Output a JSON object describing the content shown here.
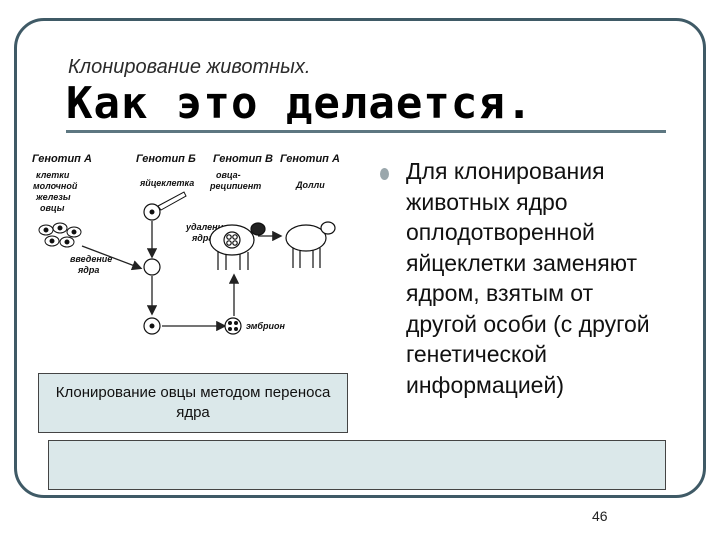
{
  "slide": {
    "subtitle": "Клонирование животных.",
    "title": "Как это делается.",
    "page_number": "46"
  },
  "diagram": {
    "genotype_labels": [
      "Генотип А",
      "Генотип Б",
      "Генотип В",
      "Генотип А"
    ],
    "label_cells_1": "клетки",
    "label_cells_2": "молочной",
    "label_cells_3": "железы",
    "label_cells_4": "овцы",
    "label_egg": "яйцеклетка",
    "label_recipient_1": "овца-",
    "label_recipient_2": "реципиент",
    "label_dolly": "Долли",
    "label_removal_1": "удаление",
    "label_removal_2": "ядра",
    "label_insertion_1": "введение",
    "label_insertion_2": "ядра",
    "label_embryo": "эмбрион",
    "caption": "Клонирование овцы методом переноса ядра"
  },
  "bullet": {
    "text": "Для клонирования животных ядро оплодотворенной яйцеклетки заменяют ядром, взятым от другой особи (с другой генетической информацией)"
  }
}
